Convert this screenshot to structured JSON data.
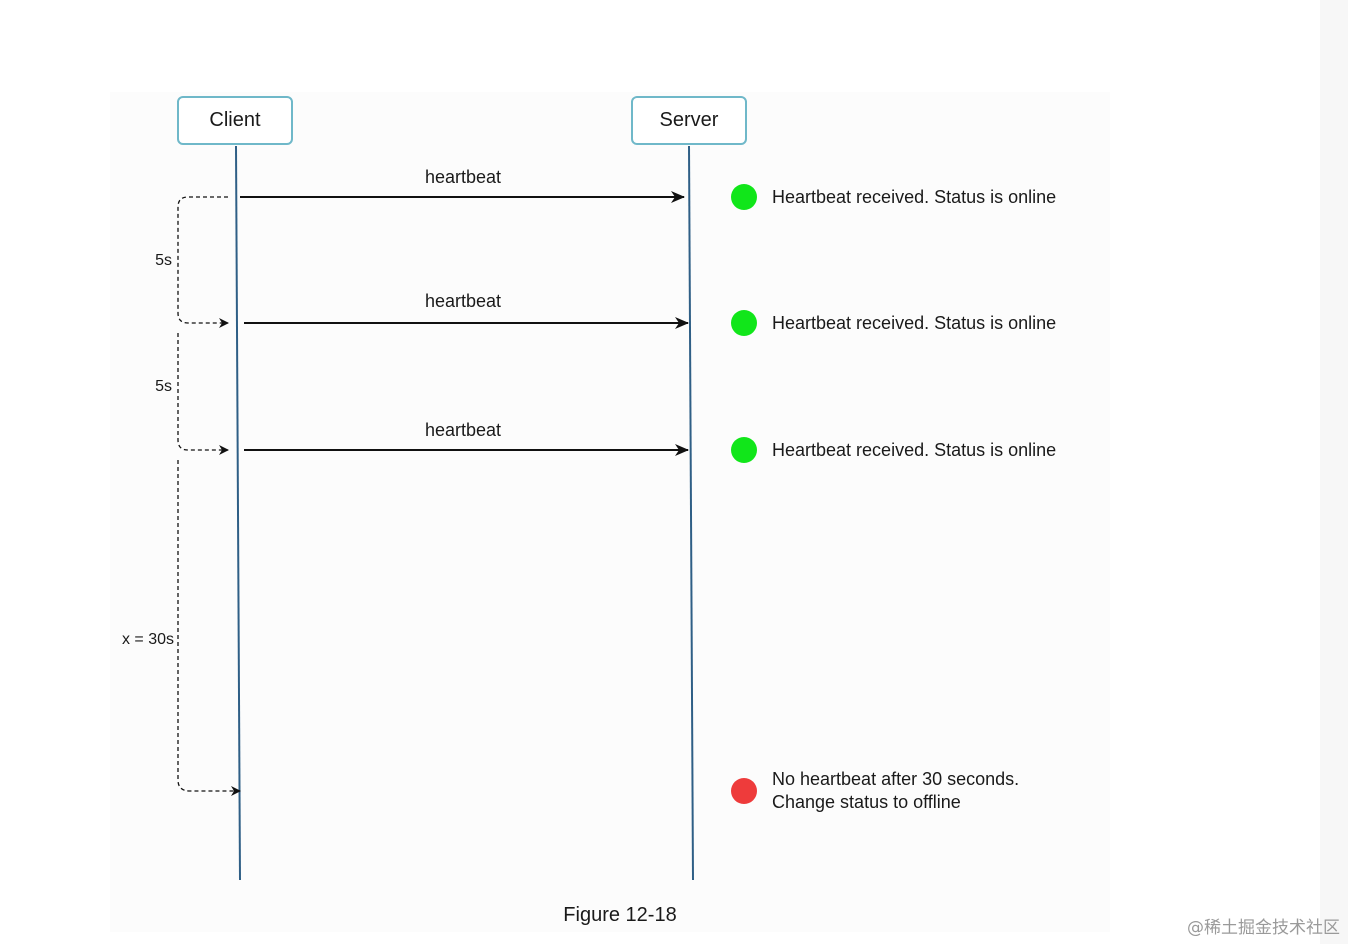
{
  "participants": {
    "client": "Client",
    "server": "Server"
  },
  "messages": [
    {
      "label": "heartbeat",
      "status": "online",
      "status_text": "Heartbeat received. Status is online"
    },
    {
      "label": "heartbeat",
      "status": "online",
      "status_text": "Heartbeat received. Status is online"
    },
    {
      "label": "heartbeat",
      "status": "online",
      "status_text": "Heartbeat received. Status is online"
    }
  ],
  "intervals": [
    {
      "label": "5s"
    },
    {
      "label": "5s"
    },
    {
      "label": "x = 30s"
    }
  ],
  "timeout": {
    "status": "offline",
    "line1": "No heartbeat after 30 seconds.",
    "line2": "Change status to offline"
  },
  "caption": "Figure 12-18",
  "watermark": "@稀土掘金技术社区",
  "colors": {
    "online": "#11e61a",
    "offline": "#ee3b3b",
    "lifeline": "#2f5f86",
    "box_border": "#6fb8c9"
  }
}
